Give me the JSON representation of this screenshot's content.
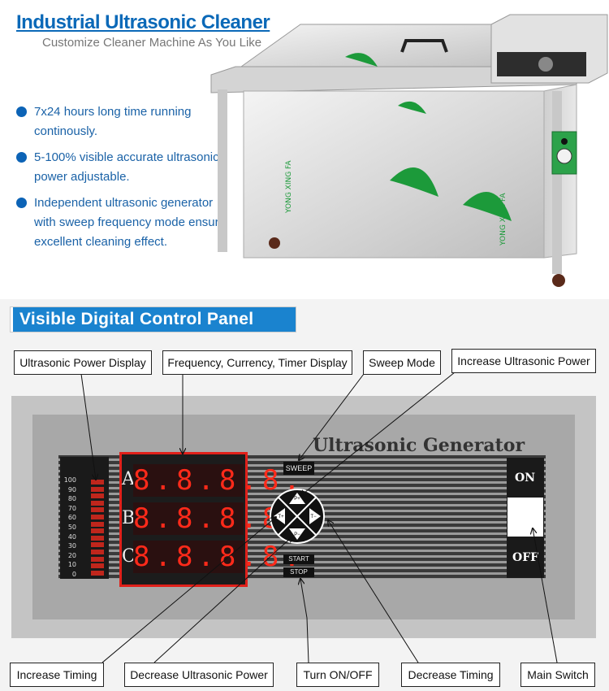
{
  "header": {
    "title": "Industrial Ultrasonic Cleaner",
    "subtitle": "Customize Cleaner Machine As You Like"
  },
  "features": [
    {
      "line1": "7x24 hours long time running",
      "line2": "continously.",
      "line3": ""
    },
    {
      "line1": "5-100% visible accurate ultrasonic",
      "line2": "power adjustable.",
      "line3": ""
    },
    {
      "line1": "Independent ultrasonic generator",
      "line2": "with sweep frequency mode ensure",
      "line3": "excellent cleaning effect."
    }
  ],
  "machine": {
    "brand_text": "YONG XING FA"
  },
  "section": {
    "banner": "Visible Digital Control Panel"
  },
  "callouts": {
    "power_display": "Ultrasonic Power Display",
    "freq_display": "Frequency, Currency, Timer Display",
    "sweep_mode": "Sweep Mode",
    "increase_power": "Increase Ultrasonic Power",
    "increase_timing": "Increase Timing",
    "decrease_power": "Decrease Ultrasonic Power",
    "turn_on_off": "Turn ON/OFF",
    "decrease_timing": "Decrease Timing",
    "main_switch": "Main Switch"
  },
  "panel": {
    "generator_title": "Ultrasonic Generator",
    "scale_ticks": [
      "100",
      "90",
      "80",
      "70",
      "60",
      "50",
      "40",
      "30",
      "20",
      "10",
      "0"
    ],
    "row_labels": [
      "A",
      "B",
      "C"
    ],
    "digits": [
      "8.8.8.8.",
      "8.8.8.8.",
      "8.8.8.8."
    ],
    "sweep_label": "SWEEP",
    "start_label": "START",
    "stop_label": "STOP",
    "key_up": "P+",
    "key_down": "P−",
    "key_left": "T+",
    "key_right": "T−",
    "switch_on": "ON",
    "switch_off": "OFF"
  },
  "colors": {
    "accent_blue": "#0b69b8",
    "banner_blue": "#1a83cf",
    "display_red": "#e0201a",
    "logo_green": "#1c9a3a"
  }
}
